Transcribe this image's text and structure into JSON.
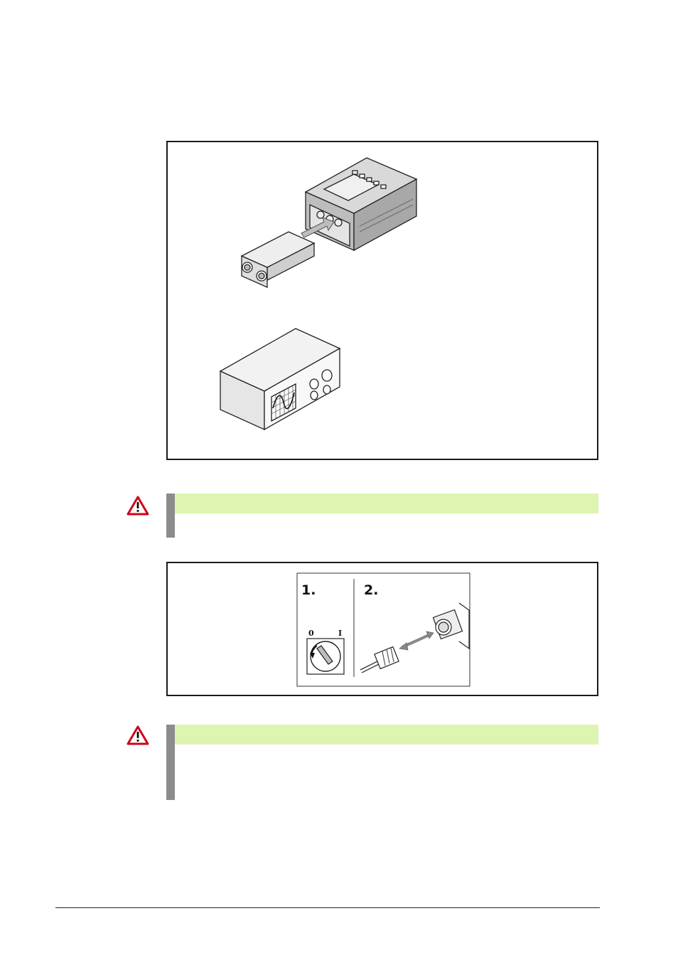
{
  "figure2": {
    "step1_label": "1.",
    "step2_label": "2.",
    "switch_off_label": "0",
    "switch_on_label": "I"
  },
  "icons": {
    "warning": "warning-triangle-icon",
    "warning_color": "#d0021b"
  },
  "colors": {
    "warning_header_bg": "#ddf5b0",
    "warning_bar": "#8c8c8c"
  }
}
